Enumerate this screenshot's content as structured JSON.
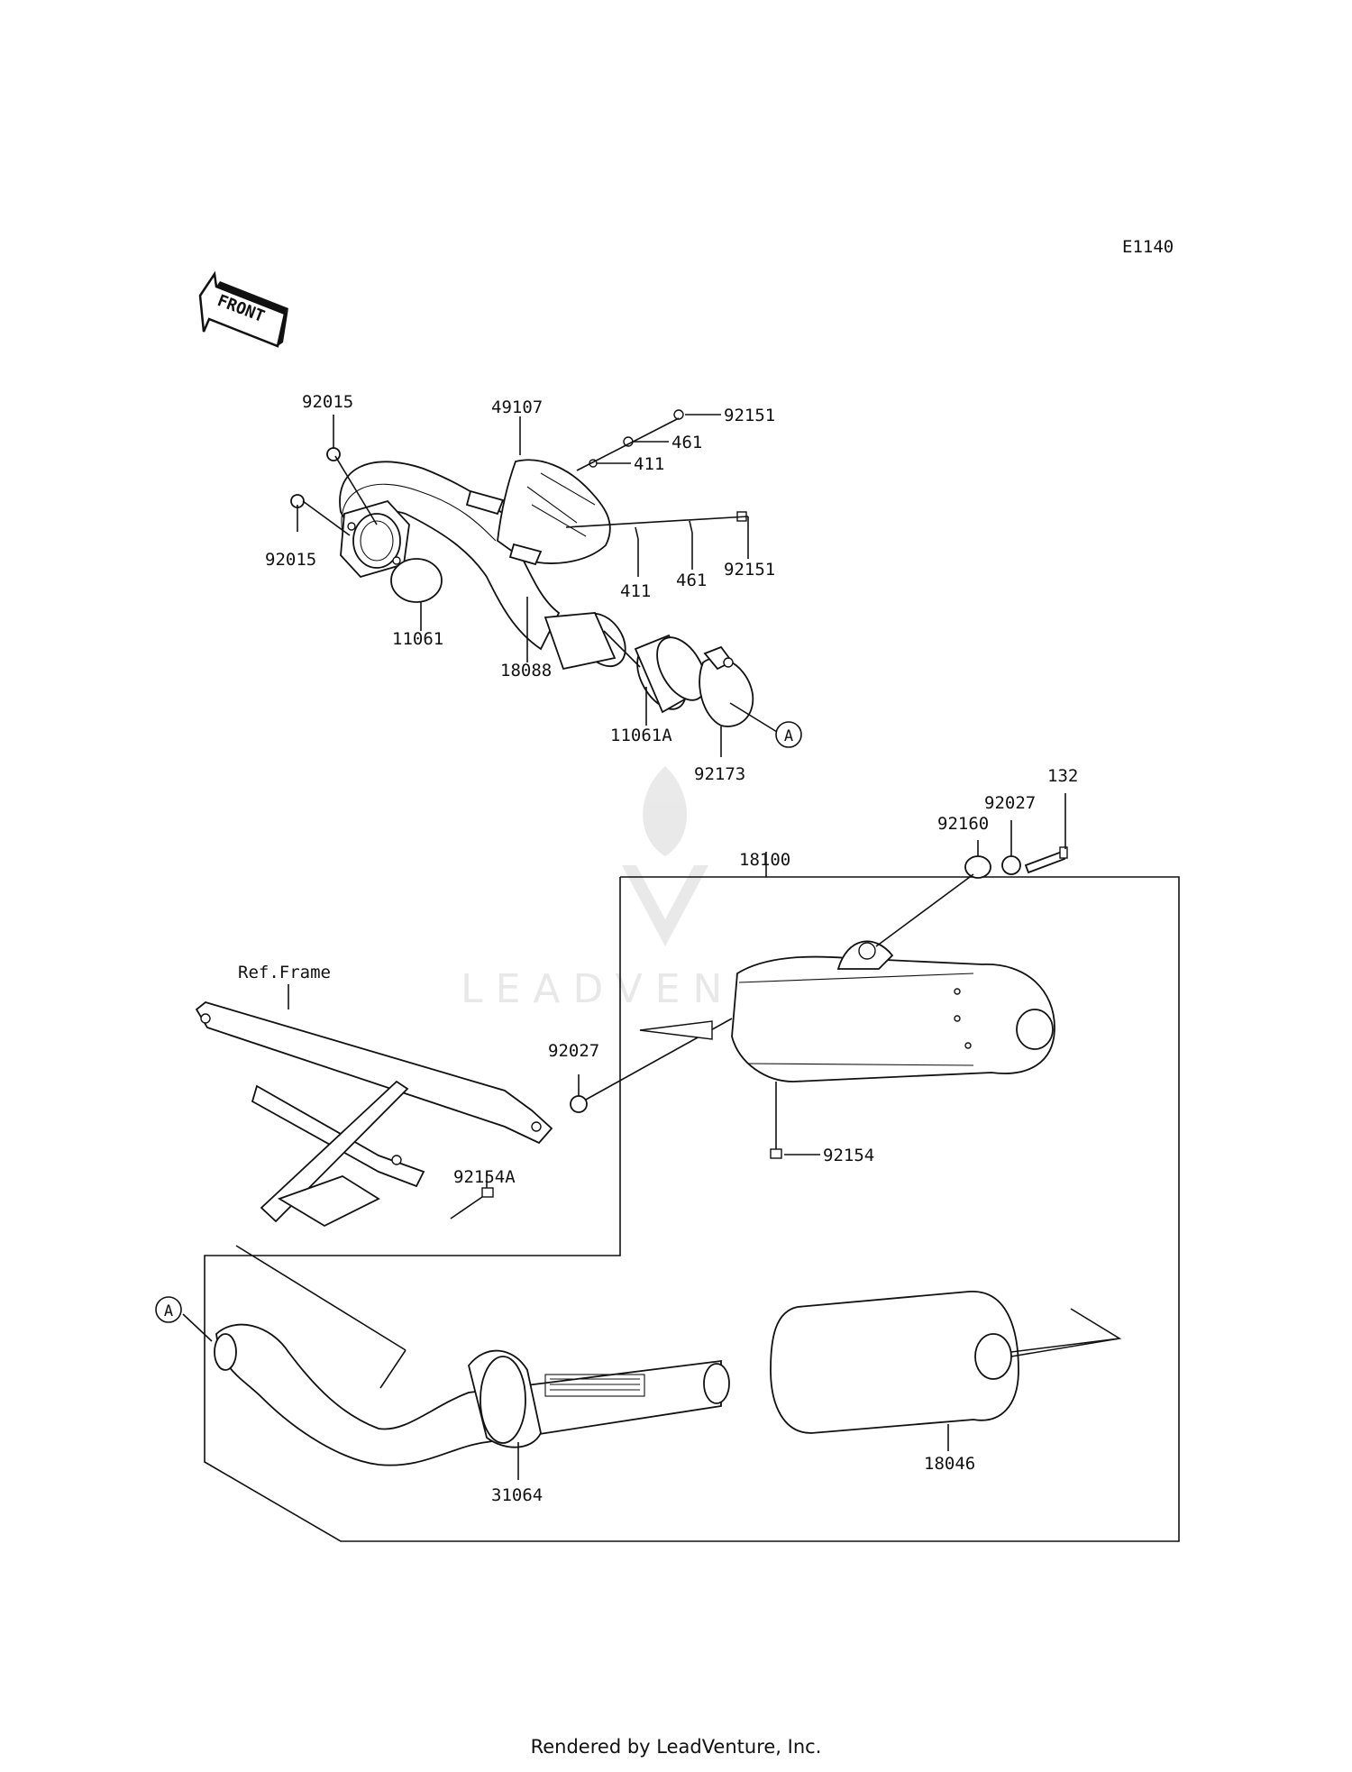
{
  "diagram_code": "E1140",
  "front_label": "FRONT",
  "watermark": "LEADVENTURE",
  "footer": "Rendered by LeadVenture, Inc.",
  "callout_ref": "A",
  "parts": {
    "p92015a": "92015",
    "p92015b": "92015",
    "p49107": "49107",
    "p92151a": "92151",
    "p461a": "461",
    "p411a": "411",
    "p411b": "411",
    "p461b": "461",
    "p92151b": "92151",
    "p11061": "11061",
    "p18088": "18088",
    "p11061a": "11061A",
    "p92173": "92173",
    "p132": "132",
    "p92027a": "92027",
    "p92160": "92160",
    "p18100": "18100",
    "ref_frame": "Ref.Frame",
    "p92027b": "92027",
    "p92154a": "92154A",
    "p92154": "92154",
    "p31064": "31064",
    "p18046": "18046"
  }
}
